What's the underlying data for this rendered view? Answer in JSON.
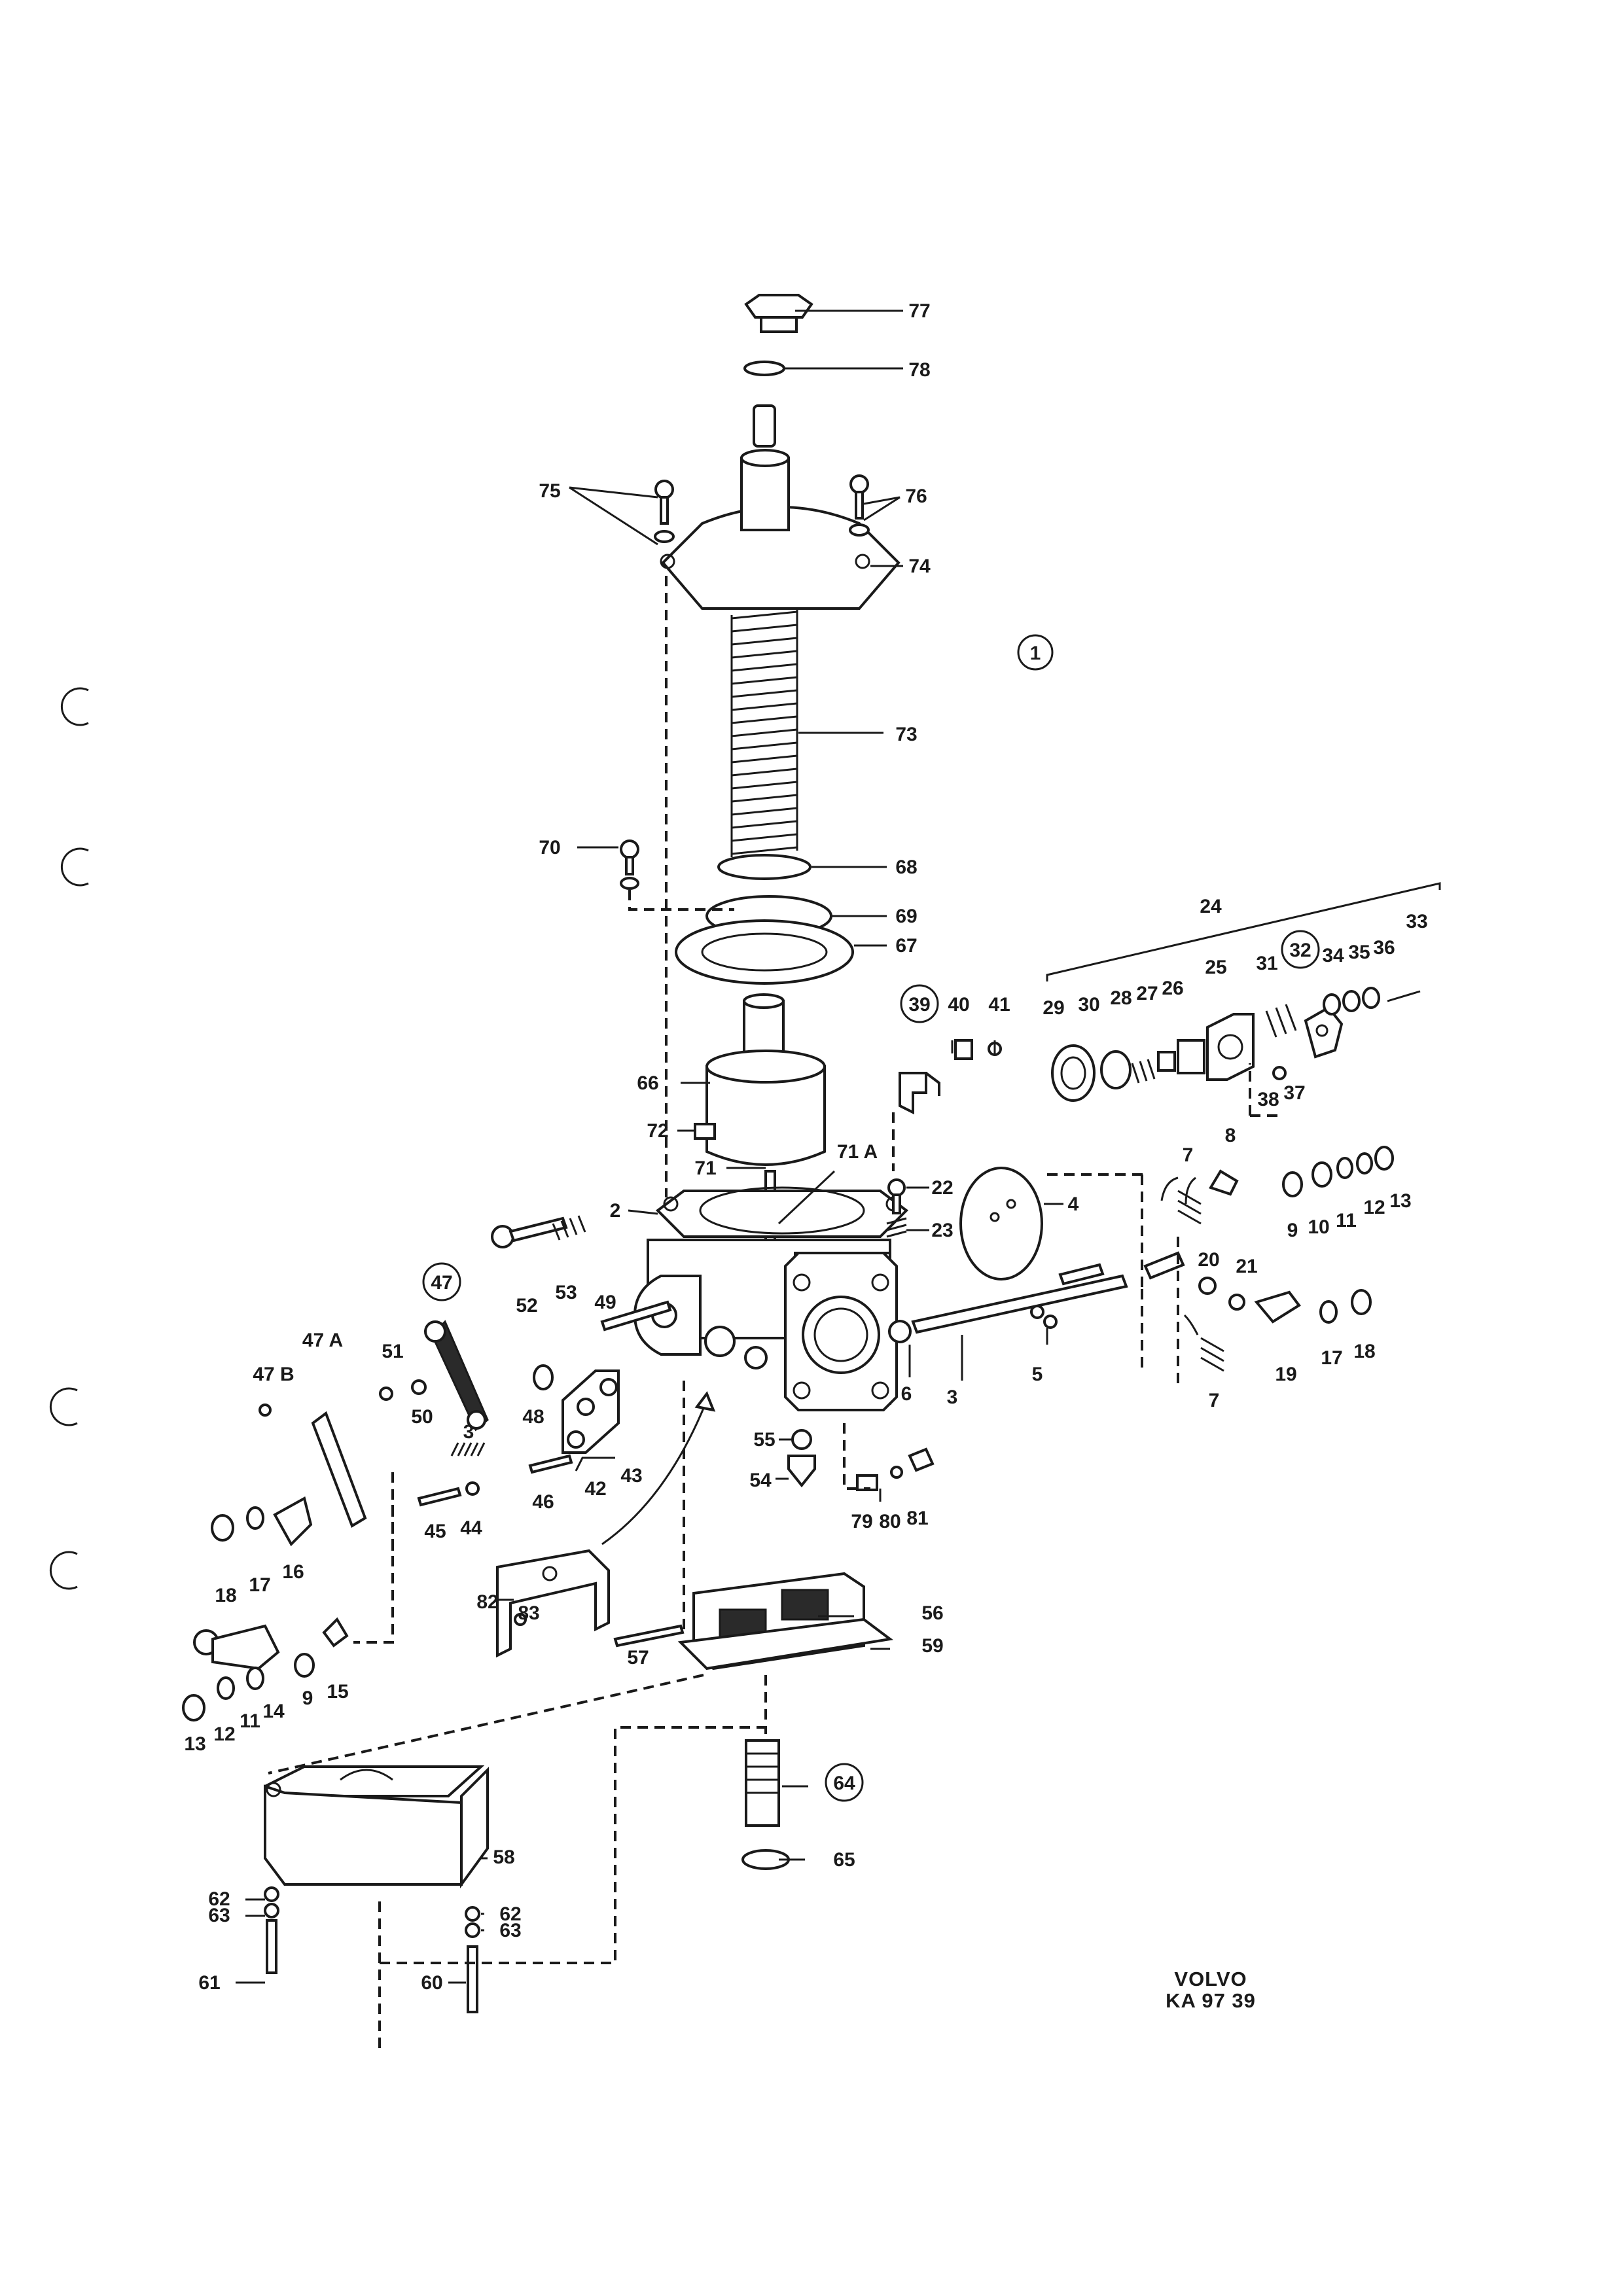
{
  "diagram": {
    "figure_number": "1",
    "brand": "VOLVO",
    "drawing_code": "KA 97 39",
    "callouts": [
      {
        "id": "c77",
        "text": "77",
        "circled": false
      },
      {
        "id": "c78",
        "text": "78",
        "circled": false
      },
      {
        "id": "c75",
        "text": "75",
        "circled": false
      },
      {
        "id": "c76",
        "text": "76",
        "circled": false
      },
      {
        "id": "c74",
        "text": "74",
        "circled": false
      },
      {
        "id": "c73",
        "text": "73",
        "circled": false
      },
      {
        "id": "c70",
        "text": "70",
        "circled": false
      },
      {
        "id": "c68",
        "text": "68",
        "circled": false
      },
      {
        "id": "c69",
        "text": "69",
        "circled": false
      },
      {
        "id": "c67",
        "text": "67",
        "circled": false
      },
      {
        "id": "c66",
        "text": "66",
        "circled": false
      },
      {
        "id": "c72",
        "text": "72",
        "circled": false
      },
      {
        "id": "c71",
        "text": "71",
        "circled": false
      },
      {
        "id": "c71A",
        "text": "71 A",
        "circled": false
      },
      {
        "id": "c2",
        "text": "2",
        "circled": false
      },
      {
        "id": "c22",
        "text": "22",
        "circled": false
      },
      {
        "id": "c23",
        "text": "23",
        "circled": false
      },
      {
        "id": "c24",
        "text": "24",
        "circled": false
      },
      {
        "id": "c39",
        "text": "39",
        "circled": true
      },
      {
        "id": "c40",
        "text": "40",
        "circled": false
      },
      {
        "id": "c41",
        "text": "41",
        "circled": false
      },
      {
        "id": "c29",
        "text": "29",
        "circled": false
      },
      {
        "id": "c30",
        "text": "30",
        "circled": false
      },
      {
        "id": "c28",
        "text": "28",
        "circled": false
      },
      {
        "id": "c27",
        "text": "27",
        "circled": false
      },
      {
        "id": "c26",
        "text": "26",
        "circled": false
      },
      {
        "id": "c25",
        "text": "25",
        "circled": false
      },
      {
        "id": "c31",
        "text": "31",
        "circled": false
      },
      {
        "id": "c32",
        "text": "32",
        "circled": true
      },
      {
        "id": "c34",
        "text": "34",
        "circled": false
      },
      {
        "id": "c35",
        "text": "35",
        "circled": false
      },
      {
        "id": "c36",
        "text": "36",
        "circled": false
      },
      {
        "id": "c33",
        "text": "33",
        "circled": false
      },
      {
        "id": "c38",
        "text": "38",
        "circled": false
      },
      {
        "id": "c37",
        "text": "37",
        "circled": false
      },
      {
        "id": "c4",
        "text": "4",
        "circled": false
      },
      {
        "id": "c7a",
        "text": "7",
        "circled": false
      },
      {
        "id": "c8",
        "text": "8",
        "circled": false
      },
      {
        "id": "c9a",
        "text": "9",
        "circled": false
      },
      {
        "id": "c10",
        "text": "10",
        "circled": false
      },
      {
        "id": "c11a",
        "text": "11",
        "circled": false
      },
      {
        "id": "c12a",
        "text": "12",
        "circled": false
      },
      {
        "id": "c13a",
        "text": "13",
        "circled": false
      },
      {
        "id": "c20",
        "text": "20",
        "circled": false
      },
      {
        "id": "c21",
        "text": "21",
        "circled": false
      },
      {
        "id": "c17a",
        "text": "17",
        "circled": false
      },
      {
        "id": "c18a",
        "text": "18",
        "circled": false
      },
      {
        "id": "c19",
        "text": "19",
        "circled": false
      },
      {
        "id": "c7b",
        "text": "7",
        "circled": false
      },
      {
        "id": "c52",
        "text": "52",
        "circled": false
      },
      {
        "id": "c53",
        "text": "53",
        "circled": false
      },
      {
        "id": "c47",
        "text": "47",
        "circled": true
      },
      {
        "id": "c49",
        "text": "49",
        "circled": false
      },
      {
        "id": "c47A",
        "text": "47 A",
        "circled": false
      },
      {
        "id": "c51",
        "text": "51",
        "circled": false
      },
      {
        "id": "c47B",
        "text": "47 B",
        "circled": false
      },
      {
        "id": "c50",
        "text": "50",
        "circled": false
      },
      {
        "id": "c48",
        "text": "48",
        "circled": false
      },
      {
        "id": "c6",
        "text": "6",
        "circled": false
      },
      {
        "id": "c3a",
        "text": "3",
        "circled": false
      },
      {
        "id": "c5",
        "text": "5",
        "circled": false
      },
      {
        "id": "c55",
        "text": "55",
        "circled": false
      },
      {
        "id": "c54",
        "text": "54",
        "circled": false
      },
      {
        "id": "c3b",
        "text": "3",
        "circled": false
      },
      {
        "id": "c42",
        "text": "42",
        "circled": false
      },
      {
        "id": "c43",
        "text": "43",
        "circled": false
      },
      {
        "id": "c46",
        "text": "46",
        "circled": false
      },
      {
        "id": "c45",
        "text": "45",
        "circled": false
      },
      {
        "id": "c44",
        "text": "44",
        "circled": false
      },
      {
        "id": "c79",
        "text": "79",
        "circled": false
      },
      {
        "id": "c80",
        "text": "80",
        "circled": false
      },
      {
        "id": "c81",
        "text": "81",
        "circled": false
      },
      {
        "id": "c18b",
        "text": "18",
        "circled": false
      },
      {
        "id": "c17b",
        "text": "17",
        "circled": false
      },
      {
        "id": "c16",
        "text": "16",
        "circled": false
      },
      {
        "id": "c82",
        "text": "82",
        "circled": false
      },
      {
        "id": "c83",
        "text": "83",
        "circled": false
      },
      {
        "id": "c56",
        "text": "56",
        "circled": false
      },
      {
        "id": "c57",
        "text": "57",
        "circled": false
      },
      {
        "id": "c59",
        "text": "59",
        "circled": false
      },
      {
        "id": "c13b",
        "text": "13",
        "circled": false
      },
      {
        "id": "c12b",
        "text": "12",
        "circled": false
      },
      {
        "id": "c11b",
        "text": "11",
        "circled": false
      },
      {
        "id": "c14",
        "text": "14",
        "circled": false
      },
      {
        "id": "c9b",
        "text": "9",
        "circled": false
      },
      {
        "id": "c15",
        "text": "15",
        "circled": false
      },
      {
        "id": "c64",
        "text": "64",
        "circled": true
      },
      {
        "id": "c65",
        "text": "65",
        "circled": false
      },
      {
        "id": "c58",
        "text": "58",
        "circled": false
      },
      {
        "id": "c62a",
        "text": "62",
        "circled": false
      },
      {
        "id": "c63a",
        "text": "63",
        "circled": false
      },
      {
        "id": "c61",
        "text": "61",
        "circled": false
      },
      {
        "id": "c62b",
        "text": "62",
        "circled": false
      },
      {
        "id": "c63b",
        "text": "63",
        "circled": false
      },
      {
        "id": "c60",
        "text": "60",
        "circled": false
      }
    ]
  }
}
